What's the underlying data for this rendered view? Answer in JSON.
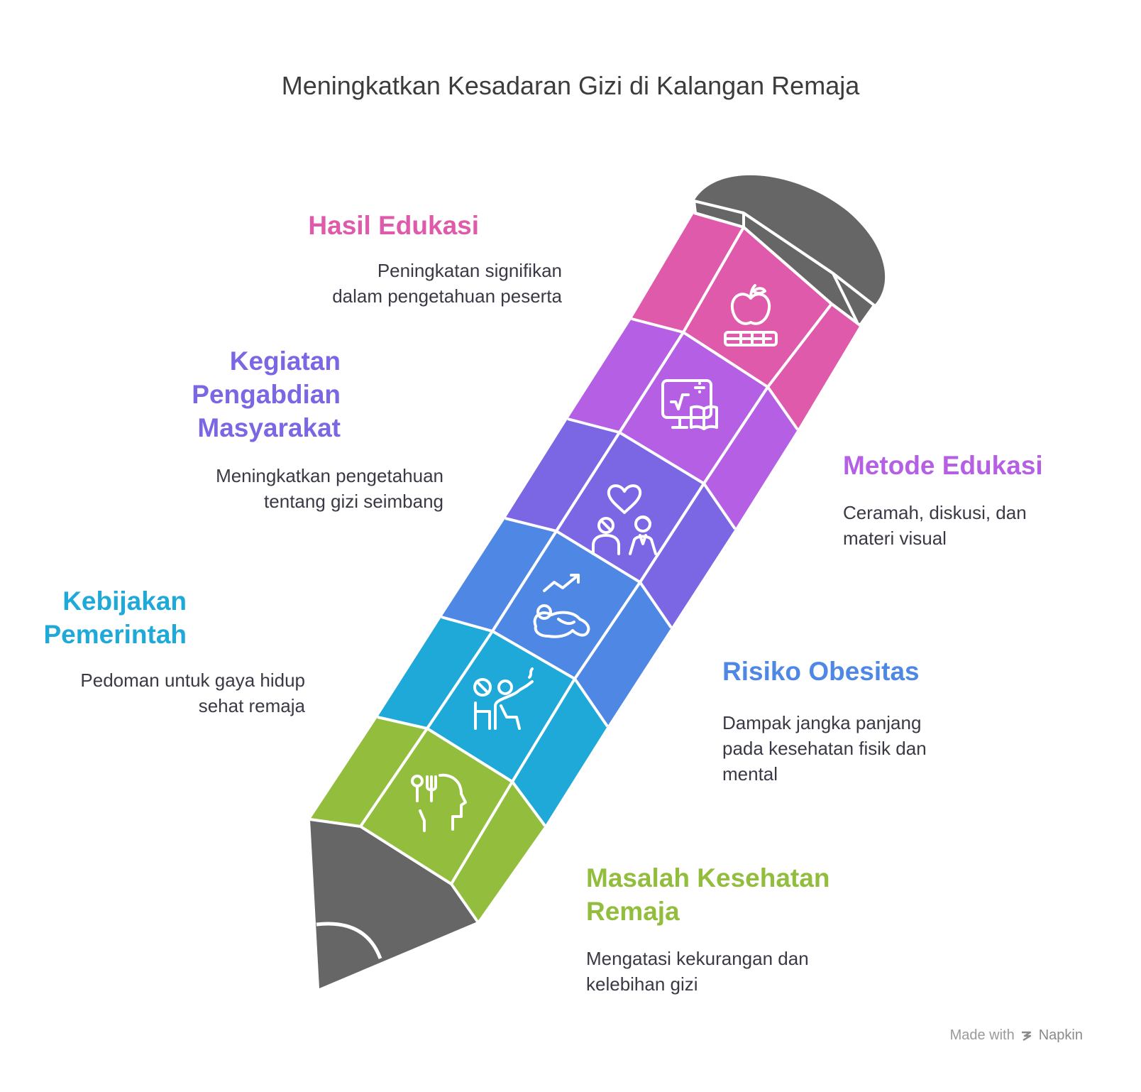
{
  "title": "Meningkatkan Kesadaran Gizi di Kalangan Remaja",
  "colors": {
    "pink": "#df5aab",
    "violet": "#b55fe5",
    "indigo": "#7b66e4",
    "blue": "#4e88e4",
    "cyan": "#1fa9d8",
    "green": "#93bd3d",
    "graphite": "#666666"
  },
  "items": [
    {
      "title": "Hasil Edukasi",
      "desc": [
        "Peningkatan signifikan",
        "dalam pengetahuan peserta"
      ],
      "icon": "apple-book-icon",
      "color": "#df5aab"
    },
    {
      "title": "Metode Edukasi",
      "desc": [
        "Ceramah, diskusi, dan",
        "materi visual"
      ],
      "icon": "presentation-book-icon",
      "color": "#b55fe5"
    },
    {
      "title": [
        "Kegiatan",
        "Pengabdian",
        "Masyarakat"
      ],
      "desc": [
        "Meningkatkan pengetahuan",
        "tentang gizi seimbang"
      ],
      "icon": "community-heart-icon",
      "color": "#7b66e4"
    },
    {
      "title": "Risiko Obesitas",
      "desc": [
        "Dampak jangka panjang",
        "pada kesehatan fisik dan",
        "mental"
      ],
      "icon": "obesity-trend-icon",
      "color": "#4e88e4"
    },
    {
      "title": [
        "Kebijakan",
        "Pemerintah"
      ],
      "desc": [
        "Pedoman untuk gaya hidup",
        "sehat remaja"
      ],
      "icon": "no-smoking-policy-icon",
      "color": "#1fa9d8"
    },
    {
      "title": [
        "Masalah Kesehatan",
        "Remaja"
      ],
      "desc": [
        "Mengatasi kekurangan dan",
        "kelebihan gizi"
      ],
      "icon": "nutrition-head-icon",
      "color": "#93bd3d"
    }
  ],
  "footer": {
    "made_with": "Made with",
    "brand": "Napkin"
  }
}
